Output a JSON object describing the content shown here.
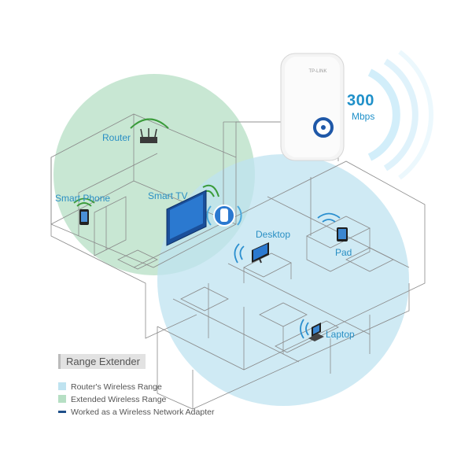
{
  "device": {
    "brand": "TP-LINK"
  },
  "speed": {
    "value": "300",
    "unit": "Mbps"
  },
  "labels": {
    "router": "Router",
    "smart_phone": "Smart Phone",
    "smart_tv": "Smart TV",
    "desktop": "Desktop",
    "pad": "Pad",
    "laptop": "Laptop"
  },
  "legend": {
    "title": "Range Extender",
    "items": [
      "Router's Wireless Range",
      "Extended Wireless Range",
      "Worked as a Wireless Network Adapter"
    ]
  },
  "colors": {
    "router_range": "#bfe3f0",
    "extended_range": "#b6dfc4",
    "adapter": "#1f4f8a",
    "accent": "#1f90c9"
  }
}
